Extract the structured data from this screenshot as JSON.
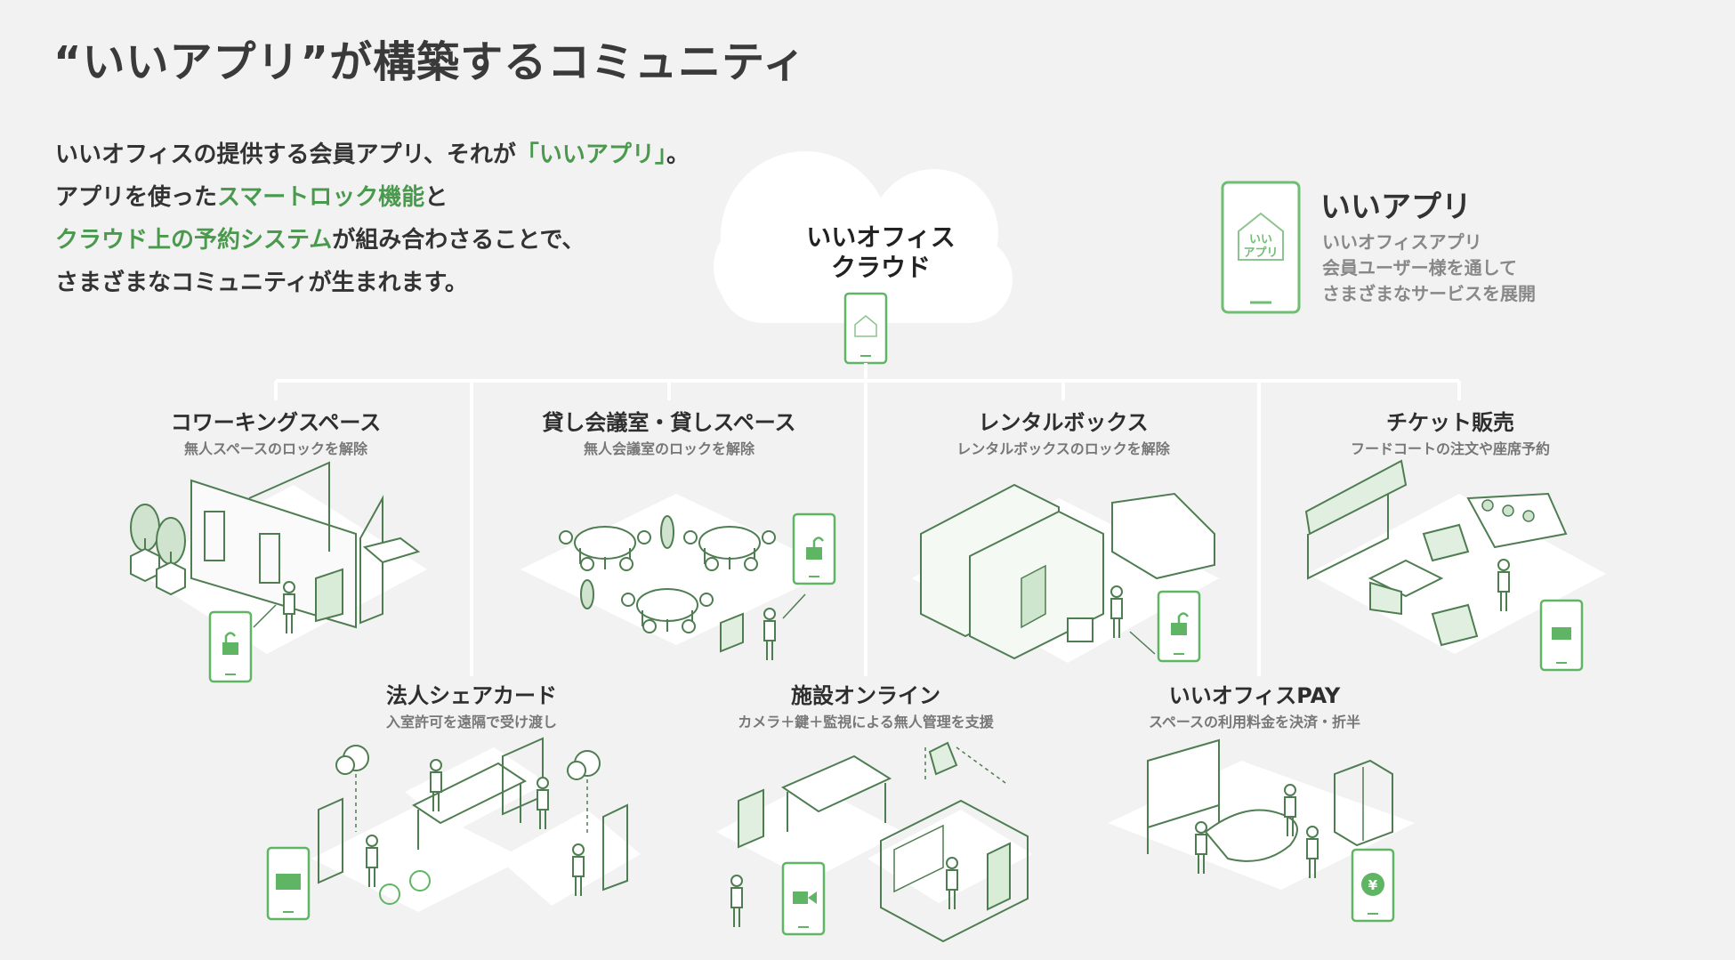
{
  "title": "“いいアプリ”が構築するコミュニティ",
  "intro": {
    "line1_a": "いいオフィスの提供する会員アプリ、それが",
    "line1_hl": "「いいアプリ」",
    "line1_b": "。",
    "line2_a": "アプリを使った",
    "line2_hl": "スマートロック機能",
    "line2_b": "と",
    "line3_hl": "クラウド上の予約システム",
    "line3_b": "が組み合わさることで、",
    "line4": "さまざまなコミュニティが生まれます。"
  },
  "cloud": {
    "line1": "いいオフィス",
    "line2": "クラウド"
  },
  "app_icon_text": "いい\nアプリ",
  "legend": {
    "title": "いいアプリ",
    "desc1": "いいオフィスアプリ",
    "desc2": "会員ユーザー様を通して",
    "desc3": "さまざまなサービスを展開"
  },
  "services_top": [
    {
      "title": "コワーキングスペース",
      "sub": "無人スペースのロックを解除",
      "icon": "lock-unlock-icon"
    },
    {
      "title": "貸し会議室・貸しスペース",
      "sub": "無人会議室のロックを解除",
      "icon": "lock-unlock-icon"
    },
    {
      "title": "レンタルボックス",
      "sub": "レンタルボックスのロックを解除",
      "icon": "lock-unlock-icon"
    },
    {
      "title": "チケット販売",
      "sub": "フードコートの注文や座席予約",
      "icon": "ticket-icon"
    }
  ],
  "services_bottom": [
    {
      "title": "法人シェアカード",
      "sub": "入室許可を遠隔で受け渡し",
      "icon": "id-card-icon"
    },
    {
      "title": "施設オンライン",
      "sub": "カメラ＋鍵＋監視による無人管理を支援",
      "icon": "video-camera-icon"
    },
    {
      "title": "いいオフィスPAY",
      "sub": "スペースの利用料金を決済・折半",
      "icon": "yen-coin-icon"
    }
  ],
  "colors": {
    "accent": "#4a9a4e",
    "phone_stroke": "#5fb563",
    "line": "#4f7d52",
    "plate": "#ffffff",
    "bg": "#f2f2f2"
  }
}
